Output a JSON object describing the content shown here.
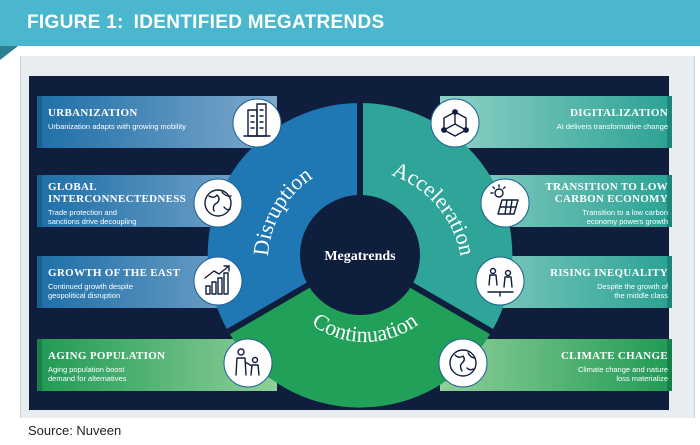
{
  "figure": {
    "label": "FIGURE 1:",
    "title": "IDENTIFIED MEGATRENDS"
  },
  "center_label": "Megatrends",
  "segments": {
    "disruption": "Disruption",
    "acceleration": "Acceleration",
    "continuation": "Continuation"
  },
  "trends": {
    "urbanization": {
      "title": "URBANIZATION",
      "desc": "Urbanization adapts with growing mobility",
      "icon": "buildings-icon"
    },
    "global": {
      "title": "GLOBAL INTERCONNECTEDNESS",
      "title_lines": [
        "GLOBAL",
        "INTERCONNECTEDNESS"
      ],
      "desc_lines": [
        "Trade protection and",
        "sanctions drive decoupling"
      ],
      "icon": "globe-icon"
    },
    "growth_east": {
      "title": "GROWTH OF THE EAST",
      "desc_lines": [
        "Continued growth despite",
        "geopolitical disruption"
      ],
      "icon": "growth-chart-icon"
    },
    "aging": {
      "title": "AGING POPULATION",
      "desc_lines": [
        "Aging population boost",
        "demand for alternatives"
      ],
      "icon": "family-icon"
    },
    "digitalization": {
      "title": "DIGITALIZATION",
      "desc": "AI delivers transformative change",
      "icon": "network-cube-icon"
    },
    "low_carbon": {
      "title_lines": [
        "TRANSITION TO LOW",
        "CARBON ECONOMY"
      ],
      "desc_lines": [
        "Transition to a low carbon",
        "economy powers growth"
      ],
      "icon": "solar-panel-icon"
    },
    "inequality": {
      "title": "RISING INEQUALITY",
      "desc_lines": [
        "Despite the growth of",
        "the middle class"
      ],
      "icon": "scales-people-icon"
    },
    "climate": {
      "title": "CLIMATE CHANGE",
      "desc_lines": [
        "Climate change and nature",
        "loss materialize"
      ],
      "icon": "earth-icon"
    }
  },
  "source": "Source: Nuveen",
  "colors": {
    "banner": "#4bb7cf",
    "background": "#0f1e3d",
    "disruption": "#1f78b4",
    "acceleration": "#2fa59a",
    "continuation": "#21a05a"
  }
}
